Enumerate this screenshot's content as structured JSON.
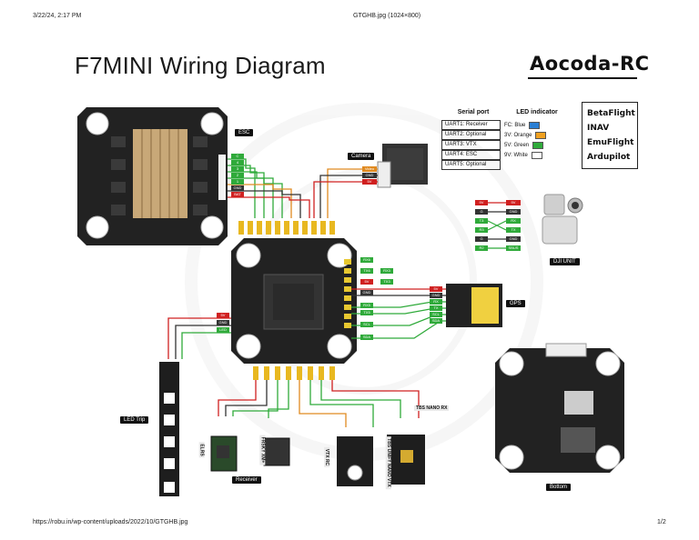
{
  "header": {
    "datetime": "3/22/24, 2:17 PM",
    "doc_title": "GTGHB.jpg (1024×800)"
  },
  "footer": {
    "url": "https://robu.in/wp-content/uploads/2022/10/GTGHB.jpg",
    "page": "1/2"
  },
  "diagram": {
    "title": "F7MINI Wiring Diagram",
    "brand": "Aocoda-RC",
    "labels": {
      "esc": "ESC",
      "camera": "Camera",
      "gps": "GPS",
      "dji_unit": "DJI UNIT",
      "led_strip": "LED Trip",
      "receiver": "Receiver",
      "bottom": "Bottom",
      "vtx_rc": "VTX RC",
      "tbs_nano_vtx": "TBS UNIFY NANO VTX",
      "elrs": "ELRS",
      "frsky_xm": "FRSKY XM+",
      "tbs_nano_rx": "TBS NANO RX"
    },
    "table": {
      "head_serial": "Serial port",
      "head_led": "LED indicator",
      "rows": [
        {
          "uart": "UART1:  Receiver",
          "led": "FC:  Blue",
          "color": "#2a7fd4"
        },
        {
          "uart": "UART2:  Optional",
          "led": "3V:  Orange",
          "color": "#f0a020"
        },
        {
          "uart": "UART3:  VTX",
          "led": "5V:  Green",
          "color": "#2faa3a"
        },
        {
          "uart": "UART4:  ESC",
          "led": "9V:  White",
          "color": "#ffffff"
        },
        {
          "uart": "UART5:  Optional",
          "led": "",
          "color": ""
        }
      ]
    },
    "firmware": [
      "BetaFlight",
      "INAV",
      "EmuFlight",
      "Ardupilot"
    ],
    "esc_pins": [
      "C",
      "4",
      "3",
      "2",
      "1",
      "GND",
      "BAT"
    ],
    "camera_pins": [
      "Video",
      "GND",
      "5V"
    ],
    "gps_pins": [
      "5V",
      "GND",
      "RX",
      "TX",
      "SCL",
      "SDA"
    ],
    "dji_pins_left": [
      "9V",
      "G",
      "T3",
      "R3",
      "G",
      "R2"
    ],
    "dji_pins_right": [
      "9V",
      "GND",
      "RX",
      "TX",
      "GND",
      "SBUS"
    ],
    "fc_right_pads": [
      "RX6",
      "TX6",
      "5V",
      "GND",
      "RX5",
      "TX5",
      "SCL",
      "SDA",
      "RX3",
      "TX3"
    ],
    "fc_left_pads": [
      "5V",
      "GND",
      "LED"
    ]
  }
}
